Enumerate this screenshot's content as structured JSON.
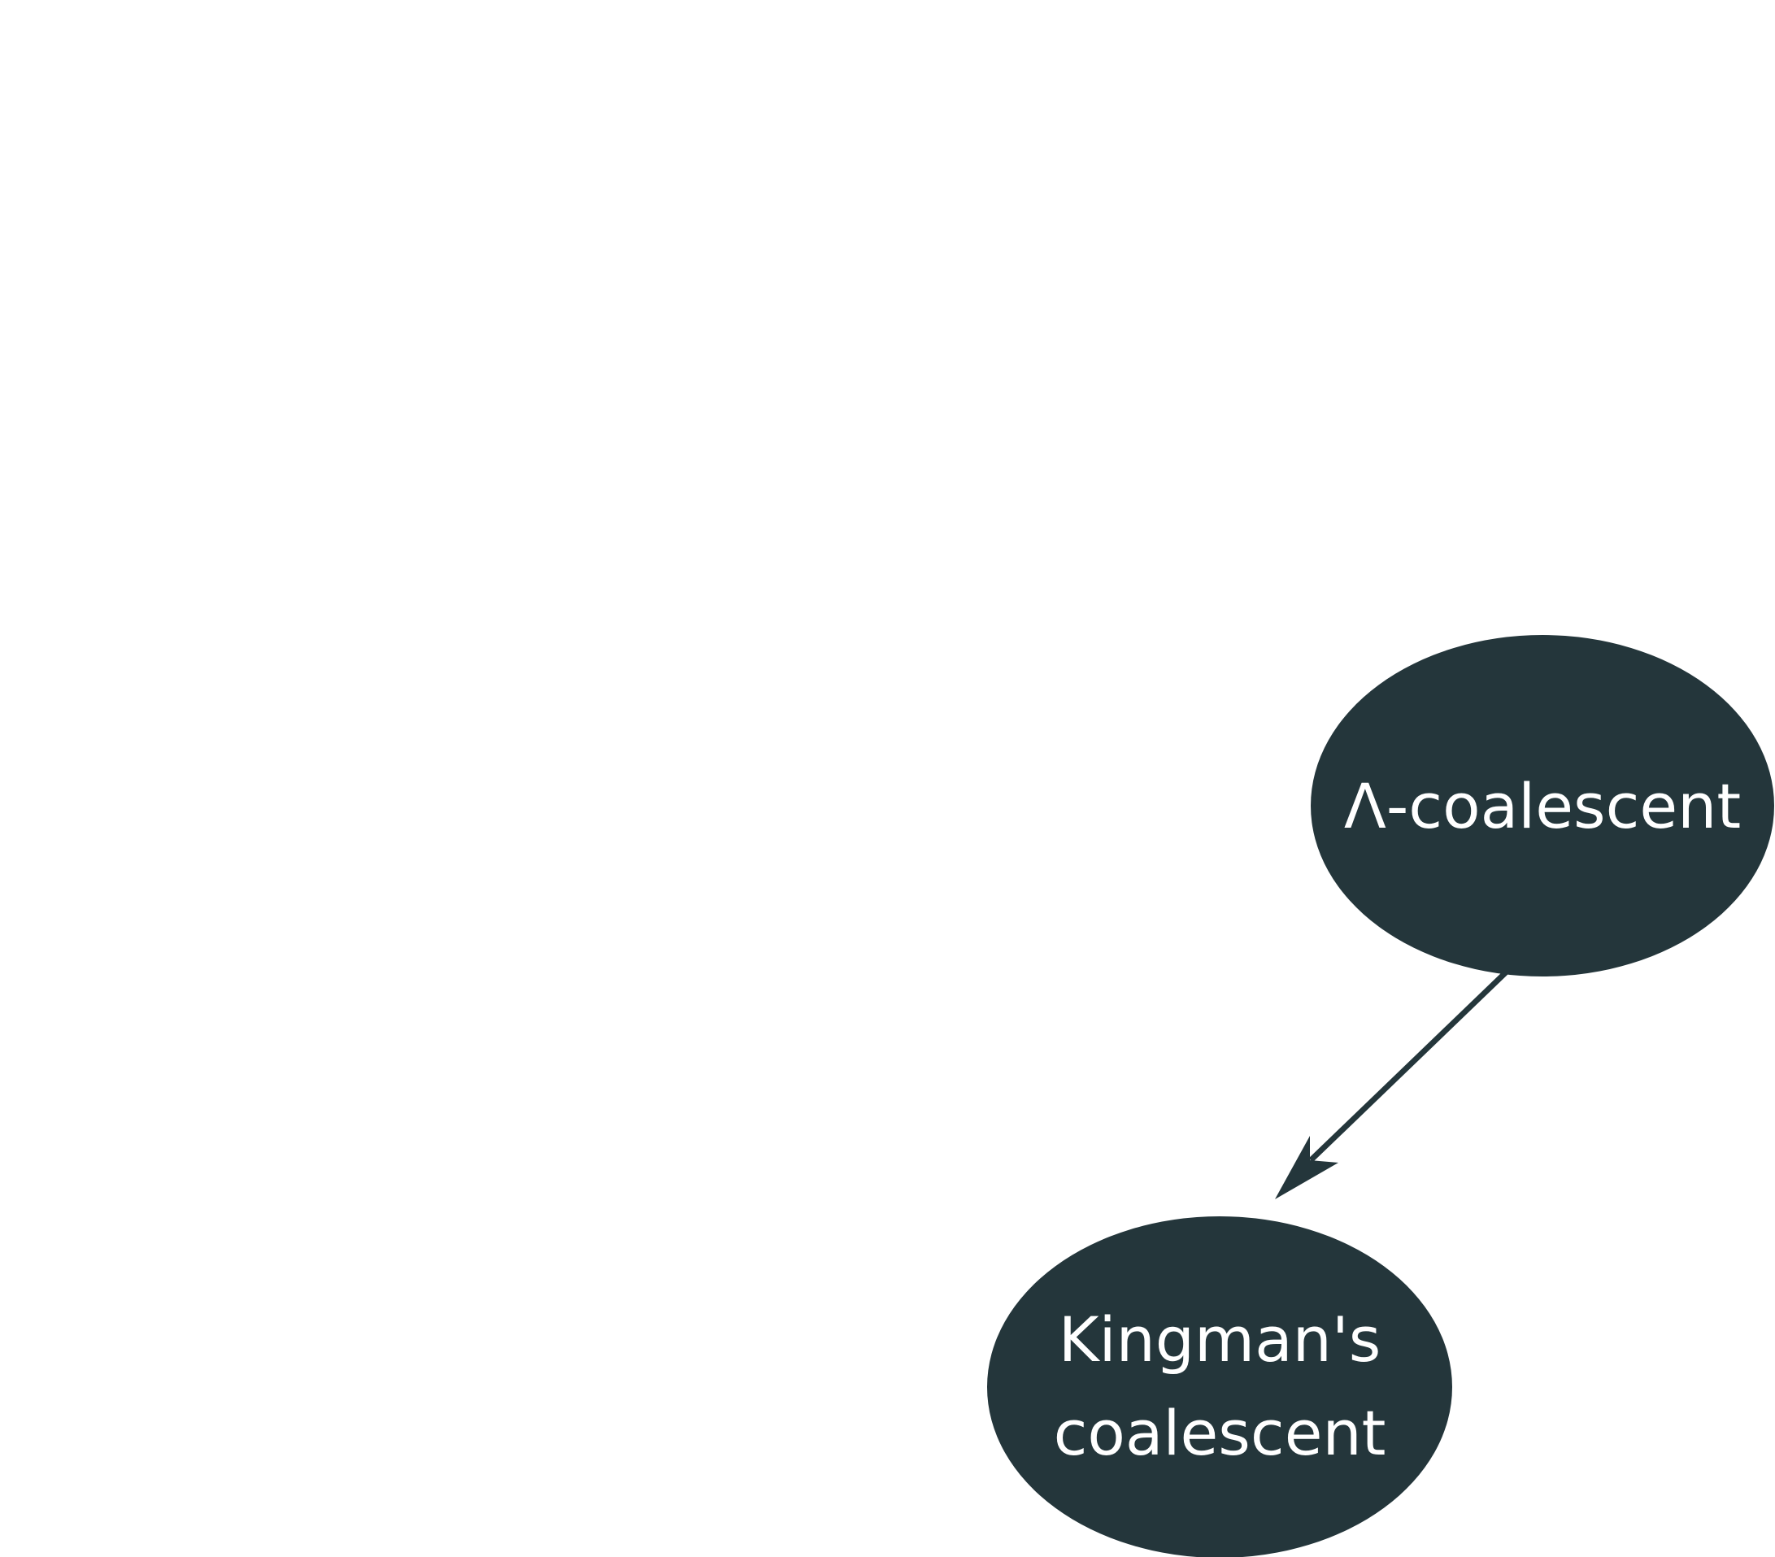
{
  "diagram": {
    "nodes": [
      {
        "id": "lambda-coalescent",
        "lines": [
          "Λ-coalescent"
        ]
      },
      {
        "id": "kingmans-coalescent",
        "lines": [
          "Kingman's",
          "coalescent"
        ]
      }
    ],
    "edges": [
      {
        "from": "lambda-coalescent",
        "to": "kingmans-coalescent",
        "directed": true
      }
    ]
  },
  "colors": {
    "node_fill": "#24363b",
    "node_text": "#ffffff",
    "edge": "#24363b",
    "background": "#ffffff"
  }
}
